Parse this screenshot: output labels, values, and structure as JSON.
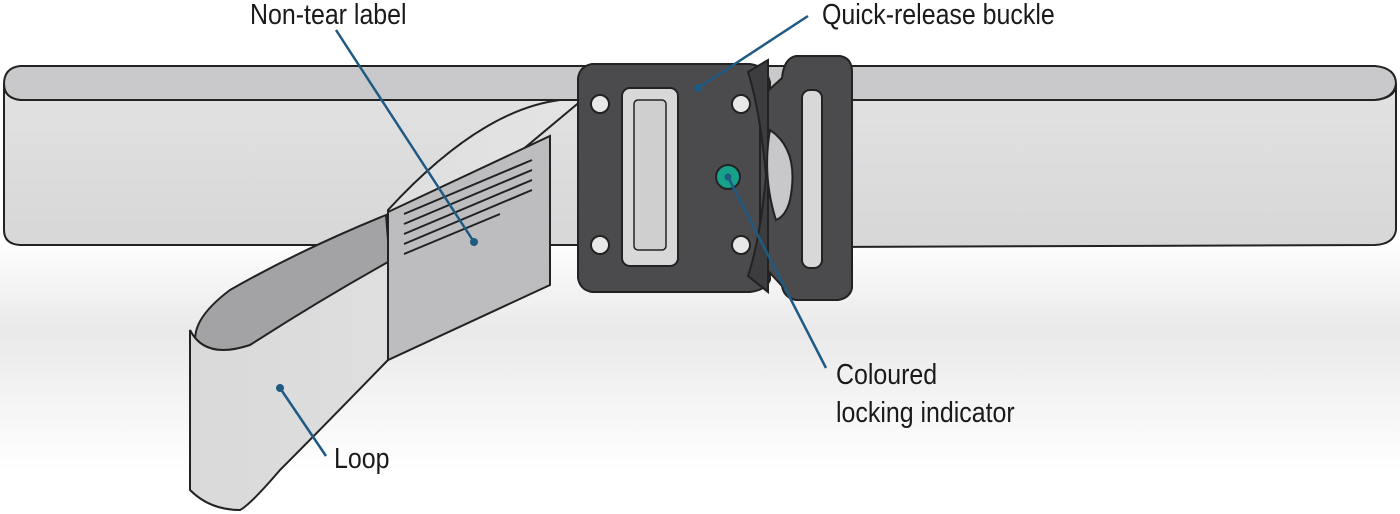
{
  "figure": {
    "labels": {
      "non_tear_label": "Non-tear label",
      "quick_release_buckle": "Quick-release buckle",
      "coloured_indicator_line1": "Coloured",
      "coloured_indicator_line2": "locking indicator",
      "loop": "Loop"
    },
    "colors": {
      "belt_fill": "#dcdcdd",
      "belt_shadow": "#a9a9ab",
      "buckle": "#4a4a4c",
      "indicator": "#1aa08a",
      "leader_line": "#1f5a83",
      "outline": "#222222"
    }
  }
}
